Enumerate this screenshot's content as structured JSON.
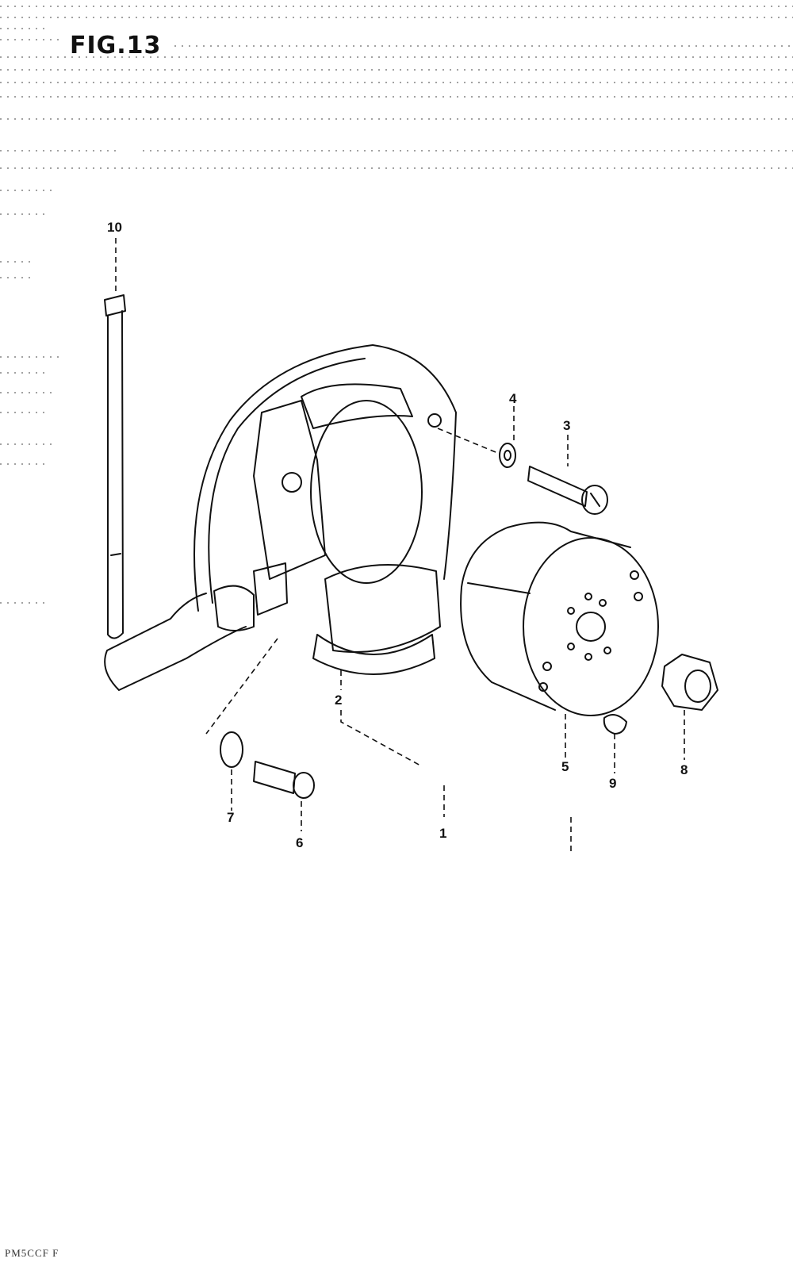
{
  "figure": {
    "title": "FIG.13"
  },
  "footer": {
    "code": "PM5CCF F"
  },
  "callouts": [
    {
      "id": "10",
      "label": "10"
    },
    {
      "id": "4",
      "label": "4"
    },
    {
      "id": "3",
      "label": "3"
    },
    {
      "id": "2",
      "label": "2"
    },
    {
      "id": "5",
      "label": "5"
    },
    {
      "id": "9",
      "label": "9"
    },
    {
      "id": "8",
      "label": "8"
    },
    {
      "id": "7",
      "label": "7"
    },
    {
      "id": "6",
      "label": "6"
    },
    {
      "id": "1",
      "label": "1"
    }
  ]
}
